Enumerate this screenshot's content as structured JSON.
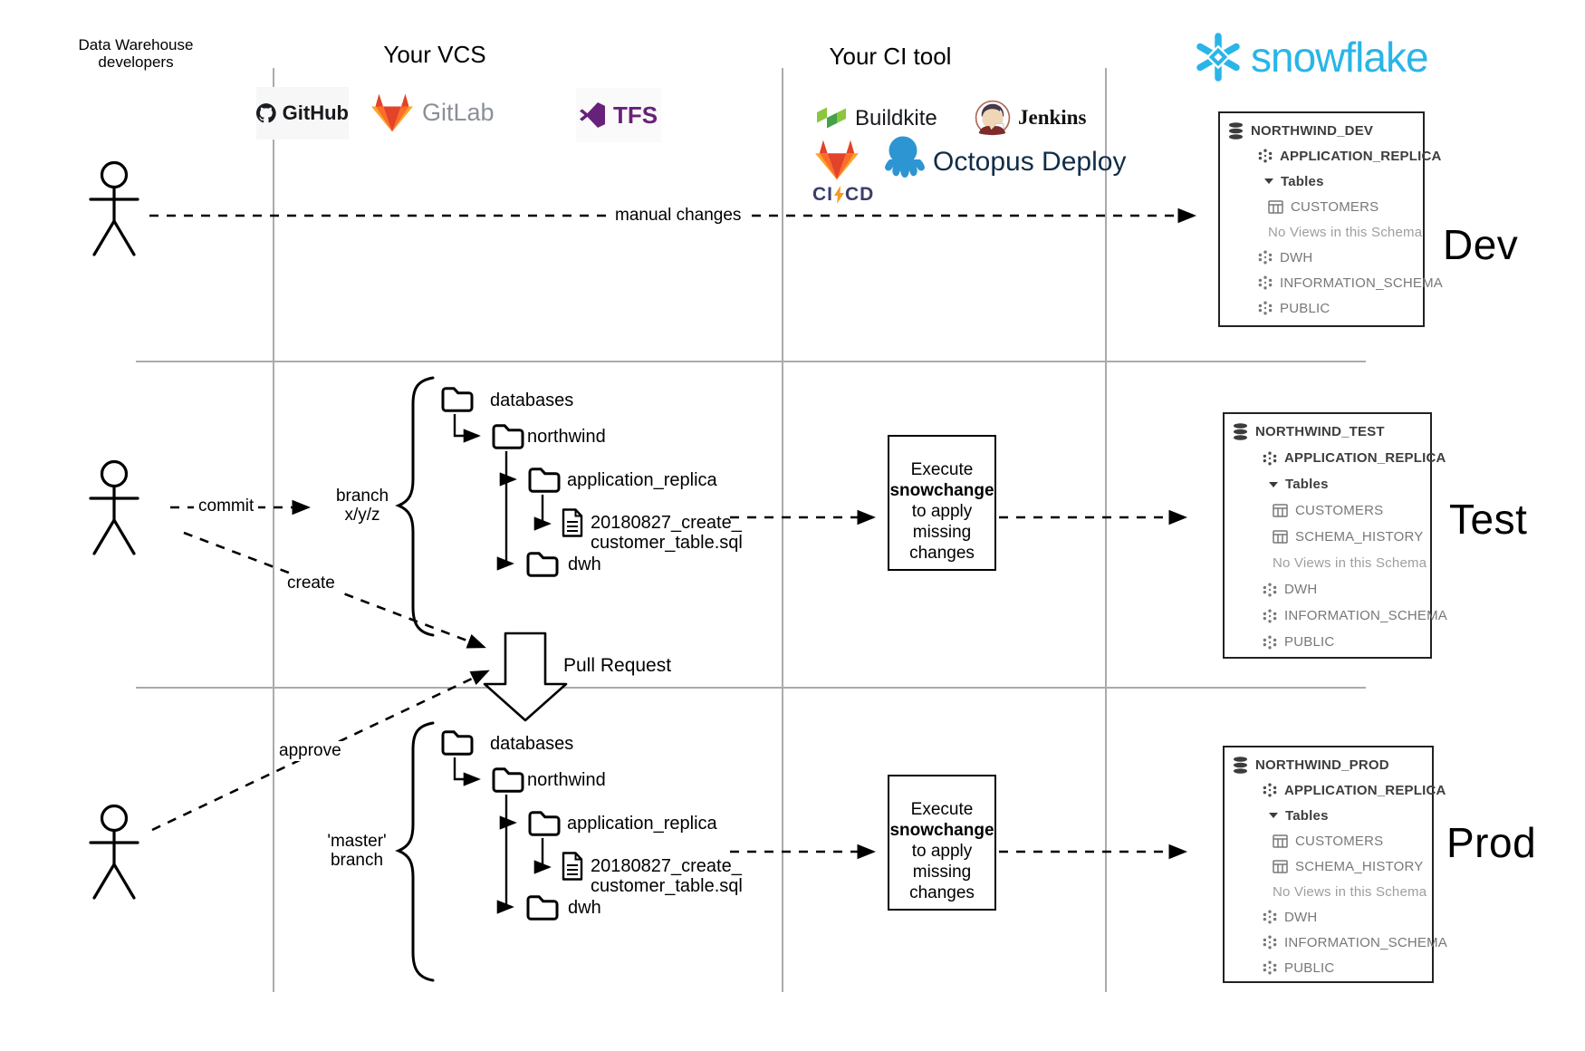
{
  "colors": {
    "snowflake_blue": "#29B5E8",
    "gitlab_orange": "#FC6D26",
    "gitlab_dark_orange": "#E24329",
    "gitlab_light_orange": "#FCA326",
    "tfs_purple": "#68217A",
    "buildkite_green_light": "#8CC63E",
    "buildkite_green_dark": "#44A148",
    "octopus_blue": "#2E95D3",
    "cicd_navy": "#3a3e6b",
    "grid_line_gray": "#ababab"
  },
  "header": {
    "developers_label_line1": "Data Warehouse",
    "developers_label_line2": "developers",
    "vcs_title": "Your VCS",
    "ci_title": "Your CI tool",
    "snowflake_wordmark": "snowflake"
  },
  "logos": {
    "github": "GitHub",
    "gitlab": "GitLab",
    "tfs": "TFS",
    "buildkite": "Buildkite",
    "jenkins": "Jenkins",
    "cicd_left": "CI",
    "cicd_right": "CD",
    "octopus_deploy": "Octopus Deploy"
  },
  "labels": {
    "manual_changes": "manual changes",
    "commit": "commit",
    "create": "create",
    "approve": "approve",
    "pull_request": "Pull Request",
    "branch_line1": "branch",
    "branch_line2": "x/y/z",
    "master_line1": "'master'",
    "master_line2": "branch",
    "dev": "Dev",
    "test": "Test",
    "prod": "Prod"
  },
  "tree": {
    "databases": "databases",
    "northwind": "northwind",
    "application_replica": "application_replica",
    "sql_file_line1": "20180827_create_",
    "sql_file_line2": "customer_table.sql",
    "dwh": "dwh"
  },
  "execute_box": {
    "line1": "Execute",
    "line2": "snowchange",
    "line3": "to apply",
    "line4": "missing",
    "line5": "changes"
  },
  "panels": {
    "dev": {
      "database": "NORTHWIND_DEV",
      "schema": "APPLICATION_REPLICA",
      "tables_header": "Tables",
      "tables": [
        "CUSTOMERS"
      ],
      "no_views": "No Views in this Schema",
      "schemas": [
        "DWH",
        "INFORMATION_SCHEMA",
        "PUBLIC"
      ]
    },
    "test": {
      "database": "NORTHWIND_TEST",
      "schema": "APPLICATION_REPLICA",
      "tables_header": "Tables",
      "tables": [
        "CUSTOMERS",
        "SCHEMA_HISTORY"
      ],
      "no_views": "No Views in this Schema",
      "schemas": [
        "DWH",
        "INFORMATION_SCHEMA",
        "PUBLIC"
      ]
    },
    "prod": {
      "database": "NORTHWIND_PROD",
      "schema": "APPLICATION_REPLICA",
      "tables_header": "Tables",
      "tables": [
        "CUSTOMERS",
        "SCHEMA_HISTORY"
      ],
      "no_views": "No Views in this Schema",
      "schemas": [
        "DWH",
        "INFORMATION_SCHEMA",
        "PUBLIC"
      ]
    }
  }
}
